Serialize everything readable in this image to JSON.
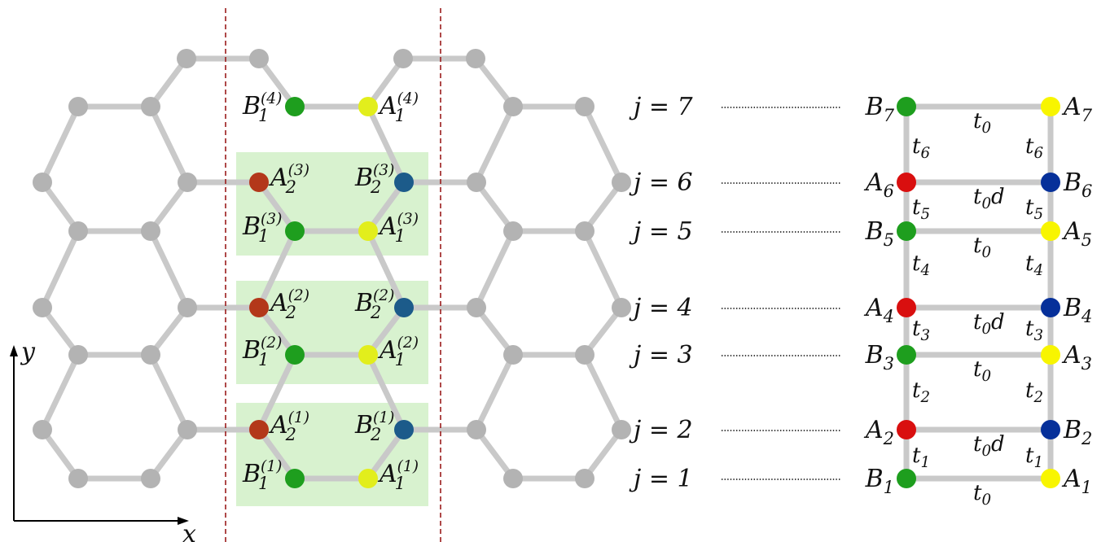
{
  "colors": {
    "site_A1": "#e2ee1c",
    "site_A2": "#b3381a",
    "site_B1": "#1e9e1e",
    "site_B2": "#1c5b8a",
    "ladder_A_odd": "#f8f500",
    "ladder_B_even": "#06309a",
    "ladder_A_even": "#d90f0f",
    "ladder_B_odd": "#1e9e1e",
    "bond": "#c9c9c9",
    "node": "#b3b3b3",
    "unit_cell_fill": "#cdeec2",
    "divider": "#9b1c1c"
  },
  "axes": {
    "x_label": "x",
    "y_label": "y"
  },
  "unit_cell_labels": [
    {
      "cell": "1",
      "A1": "A",
      "A1_sub": "1",
      "A1_sup": "(1)",
      "A2": "A",
      "A2_sub": "2",
      "A2_sup": "(1)",
      "B1": "B",
      "B1_sub": "1",
      "B1_sup": "(1)",
      "B2": "B",
      "B2_sub": "2",
      "B2_sup": "(1)"
    },
    {
      "cell": "2",
      "A1": "A",
      "A1_sub": "1",
      "A1_sup": "(2)",
      "A2": "A",
      "A2_sub": "2",
      "A2_sup": "(2)",
      "B1": "B",
      "B1_sub": "1",
      "B1_sup": "(2)",
      "B2": "B",
      "B2_sub": "2",
      "B2_sup": "(2)"
    },
    {
      "cell": "3",
      "A1": "A",
      "A1_sub": "1",
      "A1_sup": "(3)",
      "A2": "A",
      "A2_sub": "2",
      "A2_sup": "(3)",
      "B1": "B",
      "B1_sub": "1",
      "B1_sup": "(3)",
      "B2": "B",
      "B2_sub": "2",
      "B2_sup": "(3)"
    }
  ],
  "top_labels": {
    "B": "B",
    "B_sub": "1",
    "B_sup": "(4)",
    "A": "A",
    "A_sub": "1",
    "A_sup": "(4)"
  },
  "ladder": {
    "rows": [
      {
        "j_label": "j = 7",
        "left": "B",
        "left_sub": "7",
        "right": "A",
        "right_sub": "7",
        "rung": "t",
        "rung_sub": "0",
        "rung_suffix": ""
      },
      {
        "j_label": "j = 6",
        "left": "A",
        "left_sub": "6",
        "right": "B",
        "right_sub": "6",
        "rung": "t",
        "rung_sub": "0",
        "rung_suffix": "d"
      },
      {
        "j_label": "j = 5",
        "left": "B",
        "left_sub": "5",
        "right": "A",
        "right_sub": "5",
        "rung": "t",
        "rung_sub": "0",
        "rung_suffix": ""
      },
      {
        "j_label": "j = 4",
        "left": "A",
        "left_sub": "4",
        "right": "B",
        "right_sub": "4",
        "rung": "t",
        "rung_sub": "0",
        "rung_suffix": "d"
      },
      {
        "j_label": "j = 3",
        "left": "B",
        "left_sub": "3",
        "right": "A",
        "right_sub": "3",
        "rung": "t",
        "rung_sub": "0",
        "rung_suffix": ""
      },
      {
        "j_label": "j = 2",
        "left": "A",
        "left_sub": "2",
        "right": "B",
        "right_sub": "2",
        "rung": "t",
        "rung_sub": "0",
        "rung_suffix": "d"
      },
      {
        "j_label": "j = 1",
        "left": "B",
        "left_sub": "1",
        "right": "A",
        "right_sub": "1",
        "rung": "t",
        "rung_sub": "0",
        "rung_suffix": ""
      }
    ],
    "legs": [
      {
        "t": "t",
        "sub": "6"
      },
      {
        "t": "t",
        "sub": "5"
      },
      {
        "t": "t",
        "sub": "4"
      },
      {
        "t": "t",
        "sub": "3"
      },
      {
        "t": "t",
        "sub": "2"
      },
      {
        "t": "t",
        "sub": "1"
      }
    ]
  }
}
